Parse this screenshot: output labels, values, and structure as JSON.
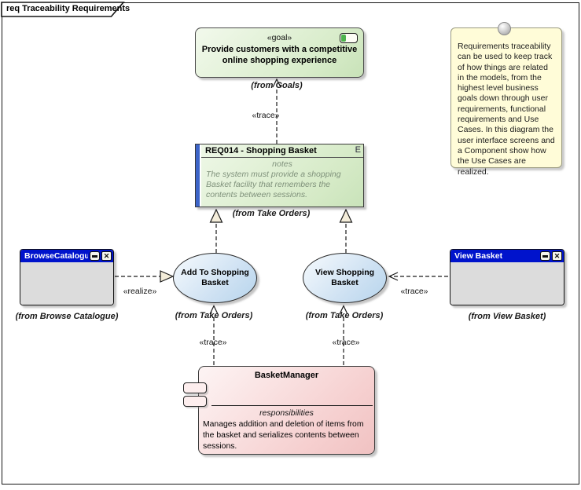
{
  "frame": {
    "title": "req Traceability Requirements"
  },
  "note": {
    "text": "Requirements traceability can be used to keep track of how things are related in the models, from the highest level business goals down through user requirements, functional requirements and Use Cases.  In this diagram the user interface screens and a Component show how the Use Cases are realized."
  },
  "goal": {
    "stereotype": "«goal»",
    "name": "Provide customers with a competitive online shopping experience",
    "from": "(from Goals)"
  },
  "requirement": {
    "name": "REQ014 - Shopping Basket",
    "badge": "E",
    "notes_label": "notes",
    "notes_text": "The system must provide a shopping Basket facility that remembers the contents between sessions.",
    "from": "(from Take Orders)"
  },
  "screens": {
    "browse": {
      "title": "BrowseCatalogue",
      "from": "(from Browse Catalogue)"
    },
    "view_basket": {
      "title": "View Basket",
      "from": "(from View Basket)"
    }
  },
  "use_cases": {
    "add": {
      "name": "Add To Shopping Basket",
      "from": "(from Take Orders)"
    },
    "view": {
      "name": "View Shopping Basket",
      "from": "(from Take Orders)"
    }
  },
  "component": {
    "name": "BasketManager",
    "section_label": "responsibilities",
    "description": "Manages addition and deletion of items from the basket and serializes contents between sessions."
  },
  "labels": {
    "trace": "«trace»",
    "realize": "«realize»"
  },
  "window_buttons": {
    "close": "✕"
  },
  "colors": {
    "titlebar_blue": "#0013cc",
    "requirement_bar_blue": "#3c64c8",
    "element_green": "#cfe4c1",
    "element_blue": "#bdd9ef",
    "element_pink": "#f2c5c5",
    "note_yellow": "#fffcd8",
    "screen_body_gray": "#dcdcdc"
  }
}
